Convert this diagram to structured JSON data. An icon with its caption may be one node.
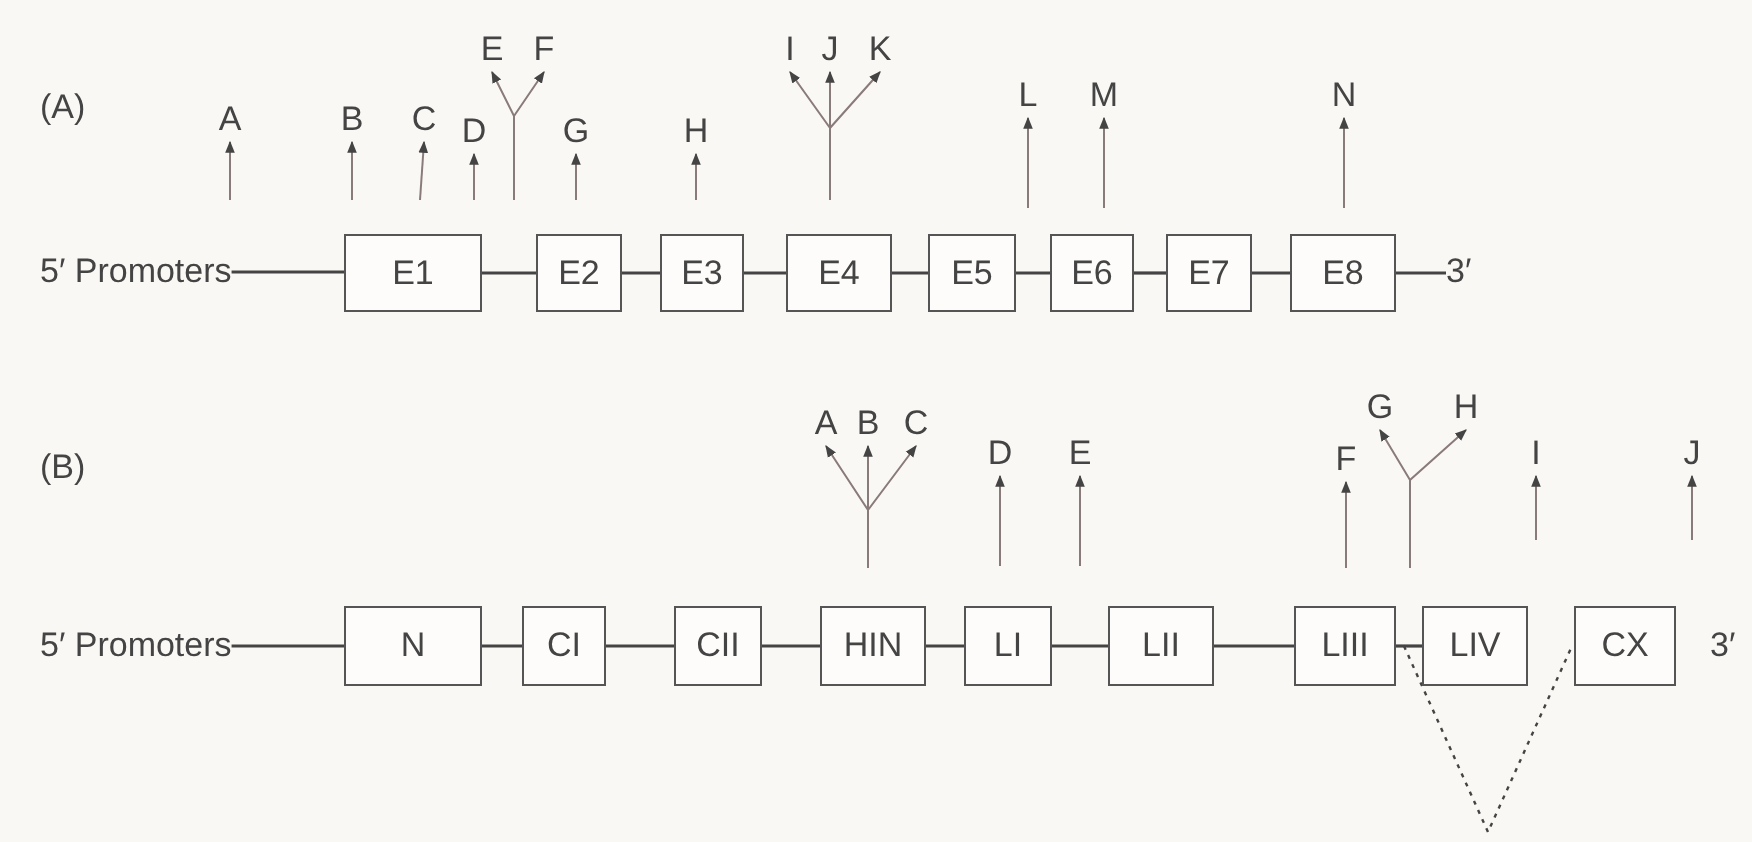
{
  "diagram": {
    "nodes": [
      {
        "text": [
          "A"
        ]
      },
      {
        "text": [
          "B"
        ]
      },
      {
        "text": [
          "C"
        ]
      },
      {
        "text": [
          "D"
        ]
      },
      {
        "text": [
          "E"
        ]
      },
      {
        "text": [
          "F"
        ]
      },
      {
        "text": [
          "G"
        ]
      },
      {
        "text": [
          "H"
        ]
      },
      {
        "text": [
          "I"
        ]
      },
      {
        "text": [
          "J"
        ]
      },
      {
        "text": [
          "K"
        ]
      },
      {
        "text": [
          "L"
        ]
      },
      {
        "text": [
          "M"
        ]
      },
      {
        "text": [
          "N"
        ]
      },
      {
        "text": [
          "5′ Promoters"
        ]
      },
      {
        "text": [
          "E1"
        ]
      },
      {
        "text": [
          "E2"
        ]
      },
      {
        "text": [
          "E3"
        ]
      },
      {
        "text": [
          "E4"
        ]
      },
      {
        "text": [
          "E5"
        ]
      },
      {
        "text": [
          "E6"
        ]
      },
      {
        "text": [
          "E7"
        ]
      },
      {
        "text": [
          "E8"
        ]
      },
      {
        "text": [
          "3′"
        ]
      },
      {
        "text": [
          "A"
        ]
      },
      {
        "text": [
          "B"
        ]
      },
      {
        "text": [
          "C"
        ]
      },
      {
        "text": [
          "D"
        ]
      },
      {
        "text": [
          "E"
        ]
      },
      {
        "text": [
          "F"
        ]
      },
      {
        "text": [
          "G"
        ]
      },
      {
        "text": [
          "H"
        ]
      },
      {
        "text": [
          "I"
        ]
      },
      {
        "text": [
          "J"
        ]
      },
      {
        "text": [
          "5′ Promoters"
        ]
      },
      {
        "text": [
          "N"
        ]
      },
      {
        "text": [
          "CI"
        ]
      },
      {
        "text": [
          "CII"
        ]
      },
      {
        "text": [
          "HIN"
        ]
      },
      {
        "text": [
          "LI"
        ]
      },
      {
        "text": [
          "LII"
        ]
      },
      {
        "text": [
          "LIII"
        ]
      },
      {
        "text": [
          "LIV"
        ]
      },
      {
        "text": [
          "CX"
        ]
      }
    ],
    "edges": [
      {
        "from": 14,
        "to": 15,
        "arrow": "none"
      },
      {
        "from": 15,
        "to": 16,
        "arrow": "none"
      },
      {
        "from": 16,
        "to": 17,
        "arrow": "none"
      },
      {
        "from": 17,
        "to": 18,
        "arrow": "none"
      },
      {
        "from": 18,
        "to": 19,
        "arrow": "none"
      },
      {
        "from": 19,
        "to": 20,
        "arrow": "none"
      },
      {
        "from": 20,
        "to": 21,
        "arrow": "none"
      },
      {
        "from": 21,
        "to": 22,
        "arrow": "none"
      },
      {
        "from": 22,
        "to": 23,
        "arrow": "none"
      },
      {
        "from": null,
        "to": 0,
        "arrow": "to"
      },
      {
        "from": null,
        "to": 1,
        "arrow": "to"
      },
      {
        "from": null,
        "to": 2,
        "arrow": "to"
      },
      {
        "from": null,
        "to": 3,
        "arrow": "to"
      },
      {
        "from": null,
        "to": 4,
        "arrow": "to"
      },
      {
        "from": null,
        "to": 5,
        "arrow": "to"
      },
      {
        "from": null,
        "to": 6,
        "arrow": "to"
      },
      {
        "from": null,
        "to": 7,
        "arrow": "to"
      },
      {
        "from": null,
        "to": 8,
        "arrow": "to"
      },
      {
        "from": null,
        "to": 9,
        "arrow": "to"
      },
      {
        "from": null,
        "to": 10,
        "arrow": "to"
      },
      {
        "from": null,
        "to": 11,
        "arrow": "to"
      },
      {
        "from": null,
        "to": 12,
        "arrow": "to"
      },
      {
        "from": null,
        "to": 13,
        "arrow": "to"
      },
      {
        "from": 34,
        "to": 35,
        "arrow": "none"
      },
      {
        "from": 35,
        "to": 36,
        "arrow": "none"
      },
      {
        "from": 36,
        "to": 37,
        "arrow": "none"
      },
      {
        "from": 37,
        "to": 38,
        "arrow": "none"
      },
      {
        "from": 38,
        "to": 39,
        "arrow": "none"
      },
      {
        "from": 39,
        "to": 40,
        "arrow": "none"
      },
      {
        "from": 40,
        "to": 41,
        "arrow": "none"
      },
      {
        "from": 41,
        "to": 42,
        "arrow": "none"
      },
      {
        "from": 41,
        "to": 43,
        "arrow": "none",
        "style": "dashed"
      },
      {
        "from": null,
        "to": 24,
        "arrow": "to"
      },
      {
        "from": null,
        "to": 25,
        "arrow": "to"
      },
      {
        "from": null,
        "to": 26,
        "arrow": "to"
      },
      {
        "from": null,
        "to": 27,
        "arrow": "to"
      },
      {
        "from": null,
        "to": 28,
        "arrow": "to"
      },
      {
        "from": null,
        "to": 29,
        "arrow": "to"
      },
      {
        "from": null,
        "to": 30,
        "arrow": "to"
      },
      {
        "from": null,
        "to": 31,
        "arrow": "to"
      },
      {
        "from": null,
        "to": 32,
        "arrow": "to"
      },
      {
        "from": null,
        "to": 33,
        "arrow": "to"
      }
    ],
    "labels": [
      "(A)",
      "(B)",
      "3′"
    ]
  }
}
